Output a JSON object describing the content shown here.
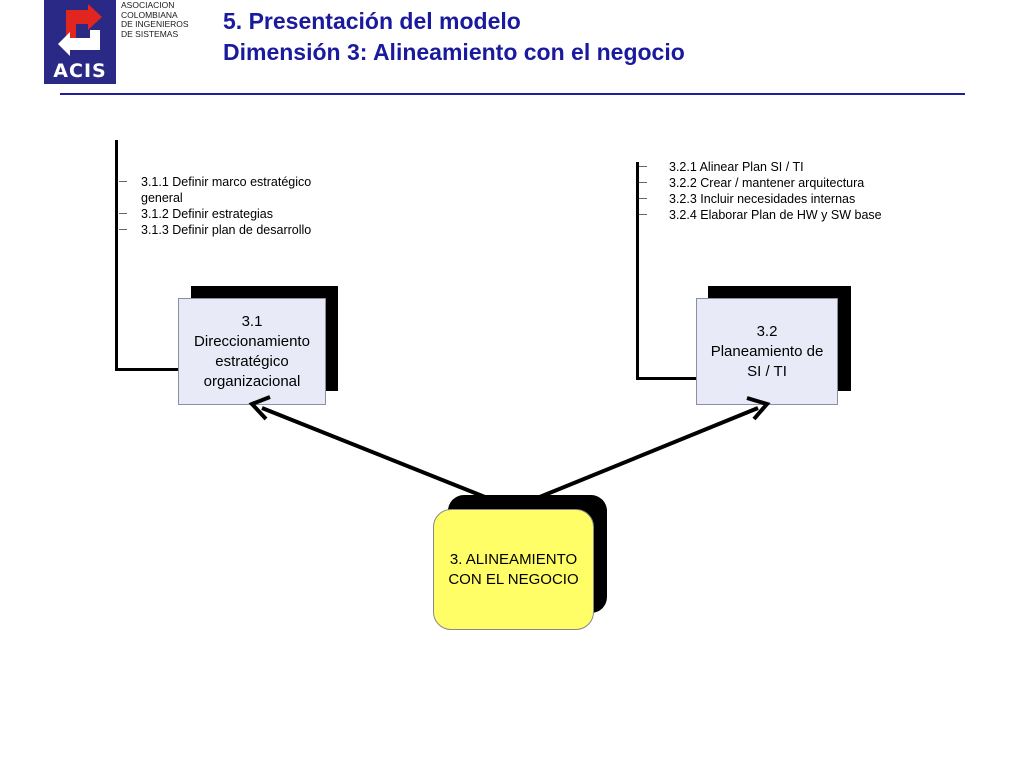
{
  "logo": {
    "word": "ACIS",
    "text_lines": [
      "ASOCIACION",
      "COLOMBIANA",
      "DE INGENIEROS",
      "DE SISTEMAS"
    ],
    "colors": {
      "box": "#2a2a86",
      "arrow_red": "#e0261e",
      "arrow_white": "#ffffff"
    }
  },
  "title": {
    "line1": "5. Presentación del modelo",
    "line2": "Dimensión 3: Alineamiento con el negocio",
    "color": "#1a1a9e"
  },
  "left": {
    "box_lines": [
      "3.1",
      "Direccionamiento",
      "estratégico",
      "organizacional"
    ],
    "items": [
      "3.1.1 Definir marco estratégico general",
      "3.1.2 Definir estrategias",
      "3.1.3 Definir plan de desarrollo"
    ]
  },
  "right": {
    "box_lines": [
      "3.2",
      "Planeamiento de",
      "SI / TI"
    ],
    "items": [
      "3.2.1 Alinear Plan SI / TI",
      "3.2.2 Crear / mantener arquitectura",
      "3.2.3 Incluir necesidades internas",
      "3.2.4 Elaborar Plan de HW y SW base"
    ]
  },
  "center": {
    "lines": [
      "3. ALINEAMIENTO",
      "CON EL NEGOCIO"
    ],
    "fill": "#fffe66"
  }
}
